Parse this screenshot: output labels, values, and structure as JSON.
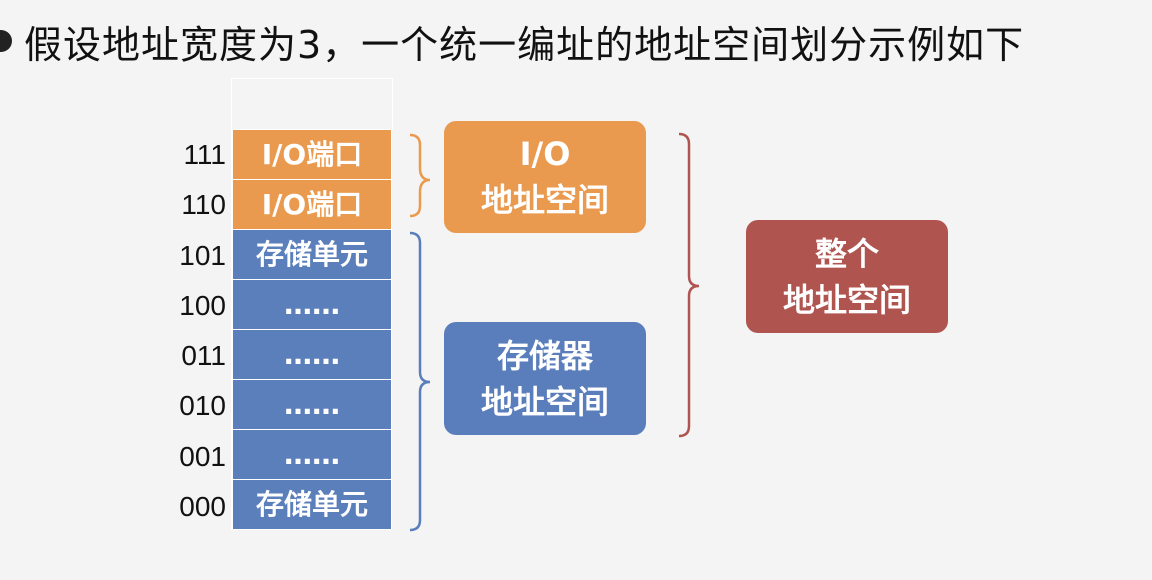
{
  "title": "假设地址宽度为3，一个统一编址的地址空间划分示例如下",
  "addresses": [
    "111",
    "110",
    "101",
    "100",
    "011",
    "010",
    "001",
    "000"
  ],
  "cells": [
    {
      "label": "I/O端口",
      "kind": "io"
    },
    {
      "label": "I/O端口",
      "kind": "io"
    },
    {
      "label": "存储单元",
      "kind": "mem"
    },
    {
      "label": "……",
      "kind": "mem"
    },
    {
      "label": "……",
      "kind": "mem"
    },
    {
      "label": "……",
      "kind": "mem"
    },
    {
      "label": "……",
      "kind": "mem"
    },
    {
      "label": "存储单元",
      "kind": "mem"
    }
  ],
  "io_space": {
    "line1": "I/O",
    "line2": "地址空间"
  },
  "mem_space": {
    "line1": "存储器",
    "line2": "地址空间"
  },
  "whole_space": {
    "line1": "整个",
    "line2": "地址空间"
  },
  "colors": {
    "io": "#e99a4f",
    "mem": "#5a7ebb",
    "whole": "#b05450",
    "io_brace": "#e99a4f",
    "mem_brace": "#5a7ebb",
    "whole_brace": "#b05450"
  }
}
